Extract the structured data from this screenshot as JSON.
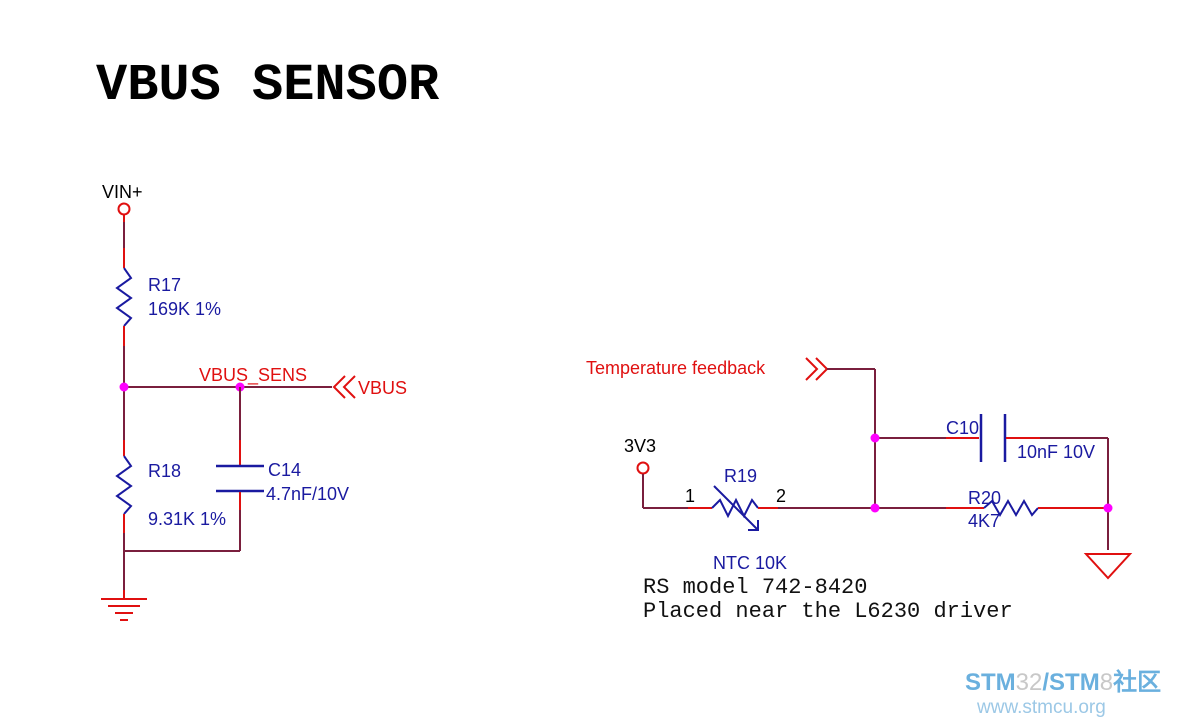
{
  "title": "VBUS SENSOR",
  "colors": {
    "wire": "#7a1f3d",
    "pin": "#e01010",
    "component": "#1a1aa0",
    "junction": "#ff00ff",
    "net_label": "#e01010",
    "watermark_blue": "#6ab0de",
    "watermark_gray": "#c8c8c8"
  },
  "left_circuit": {
    "power_port": "VIN+",
    "r17": {
      "ref": "R17",
      "value": "169K 1%"
    },
    "r18": {
      "ref": "R18",
      "value": "9.31K 1%"
    },
    "c14": {
      "ref": "C14",
      "value": "4.7nF/10V"
    },
    "net_label": "VBUS_SENS",
    "port": "VBUS"
  },
  "right_circuit": {
    "port": "Temperature feedback",
    "power_port": "3V3",
    "r19": {
      "ref": "R19",
      "pin1": "1",
      "pin2": "2",
      "value": "NTC 10K"
    },
    "r20": {
      "ref": "R20",
      "value": "4K7"
    },
    "c10": {
      "ref": "C10",
      "value": "10nF 10V"
    },
    "note_line1": "RS model 742-8420",
    "note_line2": "Placed near the L6230 driver"
  },
  "watermark": {
    "line1_a": "STM",
    "line1_b": "32",
    "line1_c": "/",
    "line1_d": "STM",
    "line1_e": "8",
    "line1_f": "社区",
    "line2": "www.stmcu.org"
  }
}
